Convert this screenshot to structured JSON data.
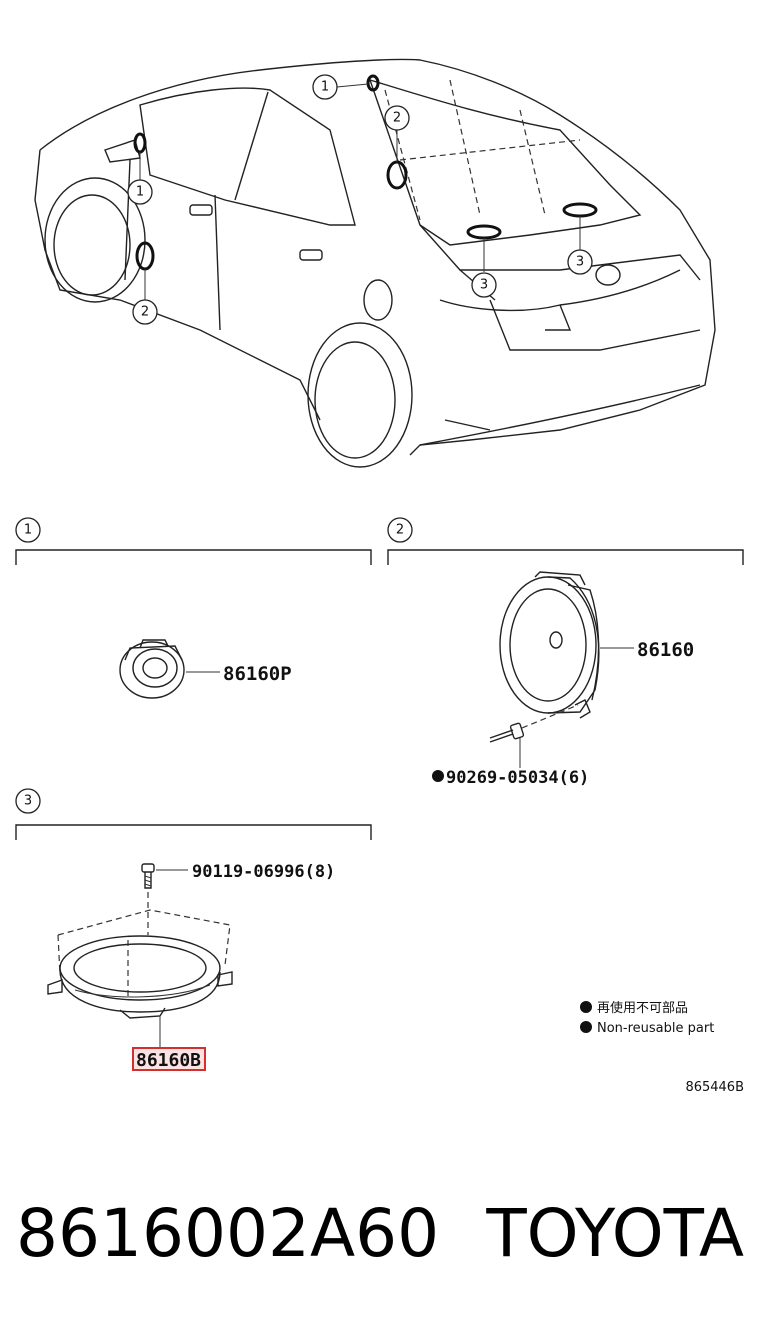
{
  "callouts": {
    "one": "1",
    "two": "2",
    "three": "3"
  },
  "sections": {
    "section_1": {
      "number": "1",
      "part": "86160P"
    },
    "section_2": {
      "number": "2",
      "part": "86160",
      "fastener": "90269-05034(6)"
    },
    "section_3": {
      "number": "3",
      "part": "86160B",
      "fastener": "90119-06996(8)"
    }
  },
  "legend": {
    "line1": "再使用不可部品",
    "line2": "Non-reusable part"
  },
  "diagram_code": "865446B",
  "footer": {
    "part_number": "8616002A60",
    "brand": "TOYOTA"
  },
  "colors": {
    "highlight": "#d32f2f",
    "highlight_fill": "#fbe3e3",
    "ink": "#111111"
  }
}
